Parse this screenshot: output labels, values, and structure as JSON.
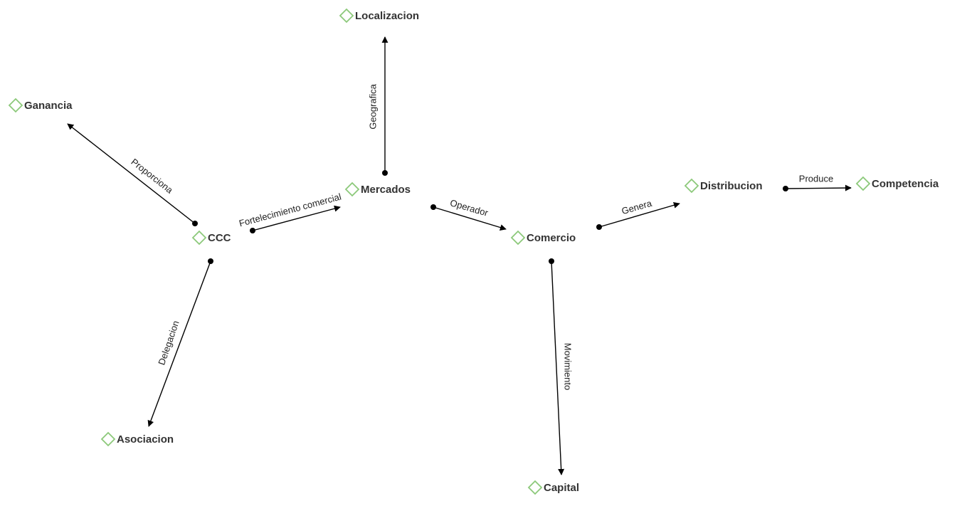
{
  "diagram": {
    "accent_color": "#8cc97a",
    "line_color": "#000000",
    "nodes": [
      {
        "id": "localizacion",
        "label": "Localizacion"
      },
      {
        "id": "ganancia",
        "label": "Ganancia"
      },
      {
        "id": "mercados",
        "label": "Mercados"
      },
      {
        "id": "ccc",
        "label": "CCC"
      },
      {
        "id": "comercio",
        "label": "Comercio"
      },
      {
        "id": "distribucion",
        "label": "Distribucion"
      },
      {
        "id": "competencia",
        "label": "Competencia"
      },
      {
        "id": "asociacion",
        "label": "Asociacion"
      },
      {
        "id": "capital",
        "label": "Capital"
      }
    ],
    "edges": [
      {
        "id": "mercados-localizacion",
        "from": "mercados",
        "to": "localizacion",
        "label": "Geografica"
      },
      {
        "id": "ccc-ganancia",
        "from": "ccc",
        "to": "ganancia",
        "label": "Proporciona"
      },
      {
        "id": "ccc-mercados",
        "from": "ccc",
        "to": "mercados",
        "label": "Fortelecimiento comercial"
      },
      {
        "id": "mercados-comercio",
        "from": "mercados",
        "to": "comercio",
        "label": "Operador"
      },
      {
        "id": "comercio-distribucion",
        "from": "comercio",
        "to": "distribucion",
        "label": "Genera"
      },
      {
        "id": "distribucion-competencia",
        "from": "distribucion",
        "to": "competencia",
        "label": "Produce"
      },
      {
        "id": "ccc-asociacion",
        "from": "ccc",
        "to": "asociacion",
        "label": "Delegacion"
      },
      {
        "id": "comercio-capital",
        "from": "comercio",
        "to": "capital",
        "label": "Movimiento"
      }
    ]
  }
}
